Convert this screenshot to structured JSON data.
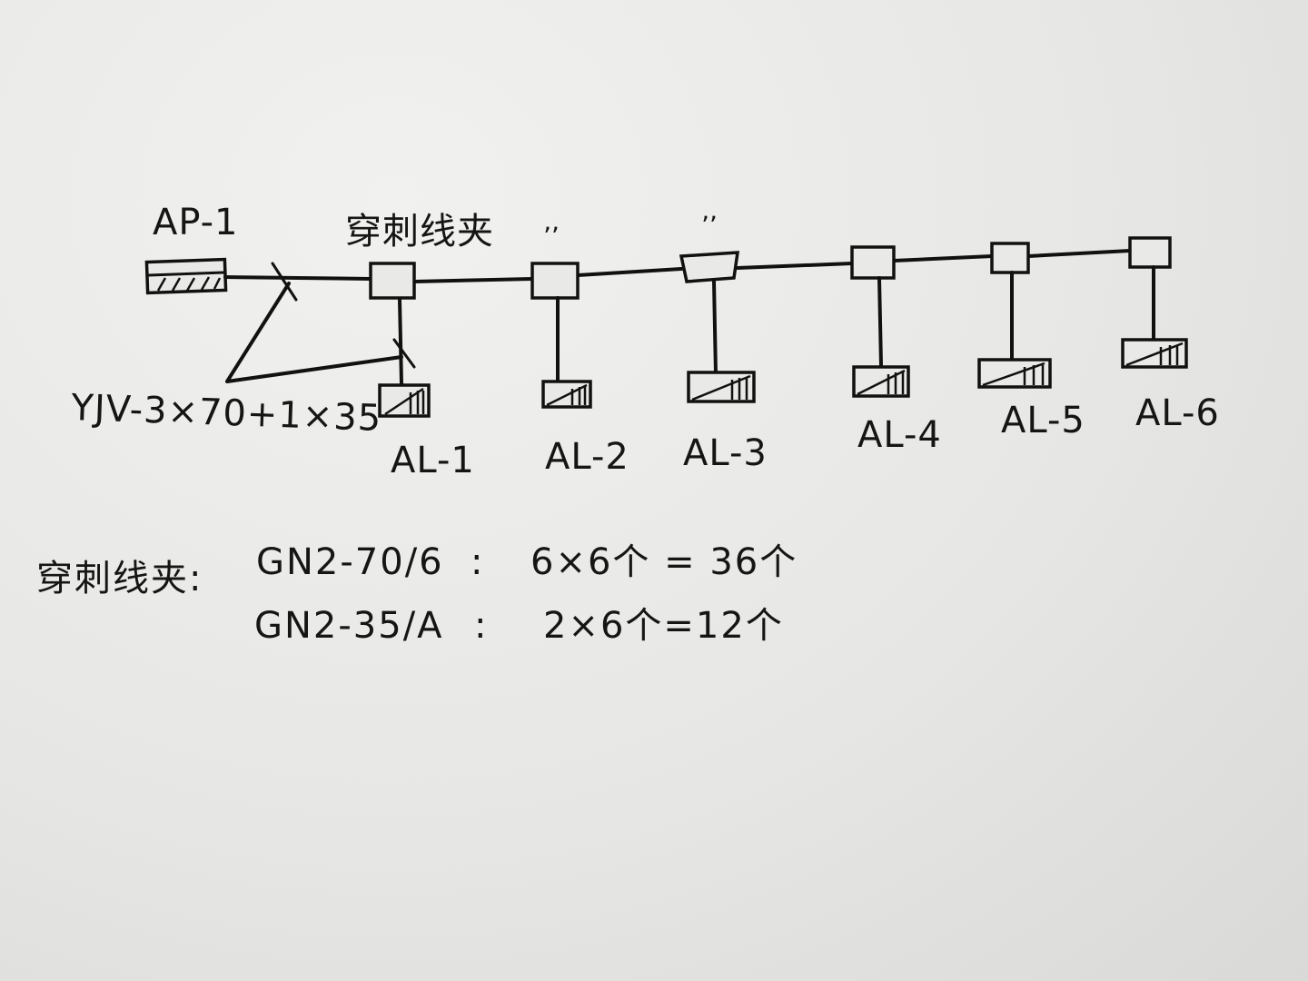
{
  "diagram": {
    "source_label": "AP-1",
    "clamp_label": "穿刺线夹",
    "cable_label": "YJV-3×70+1×35",
    "ditto_marks": [
      "ʼʼ",
      "ʼʼ"
    ],
    "boxes": [
      {
        "id": "AL-1",
        "label": "AL-1"
      },
      {
        "id": "AL-2",
        "label": "AL-2"
      },
      {
        "id": "AL-3",
        "label": "AL-3"
      },
      {
        "id": "AL-4",
        "label": "AL-4"
      },
      {
        "id": "AL-5",
        "label": "AL-5"
      },
      {
        "id": "AL-6",
        "label": "AL-6"
      }
    ]
  },
  "notes": {
    "heading": "穿刺线夹:",
    "rows": [
      {
        "model": "GN2-70/6",
        "sep": ":",
        "calc": "6×6个 = 36个"
      },
      {
        "model": "GN2-35/A",
        "sep": ":",
        "calc": "2×6个=12个"
      }
    ]
  }
}
